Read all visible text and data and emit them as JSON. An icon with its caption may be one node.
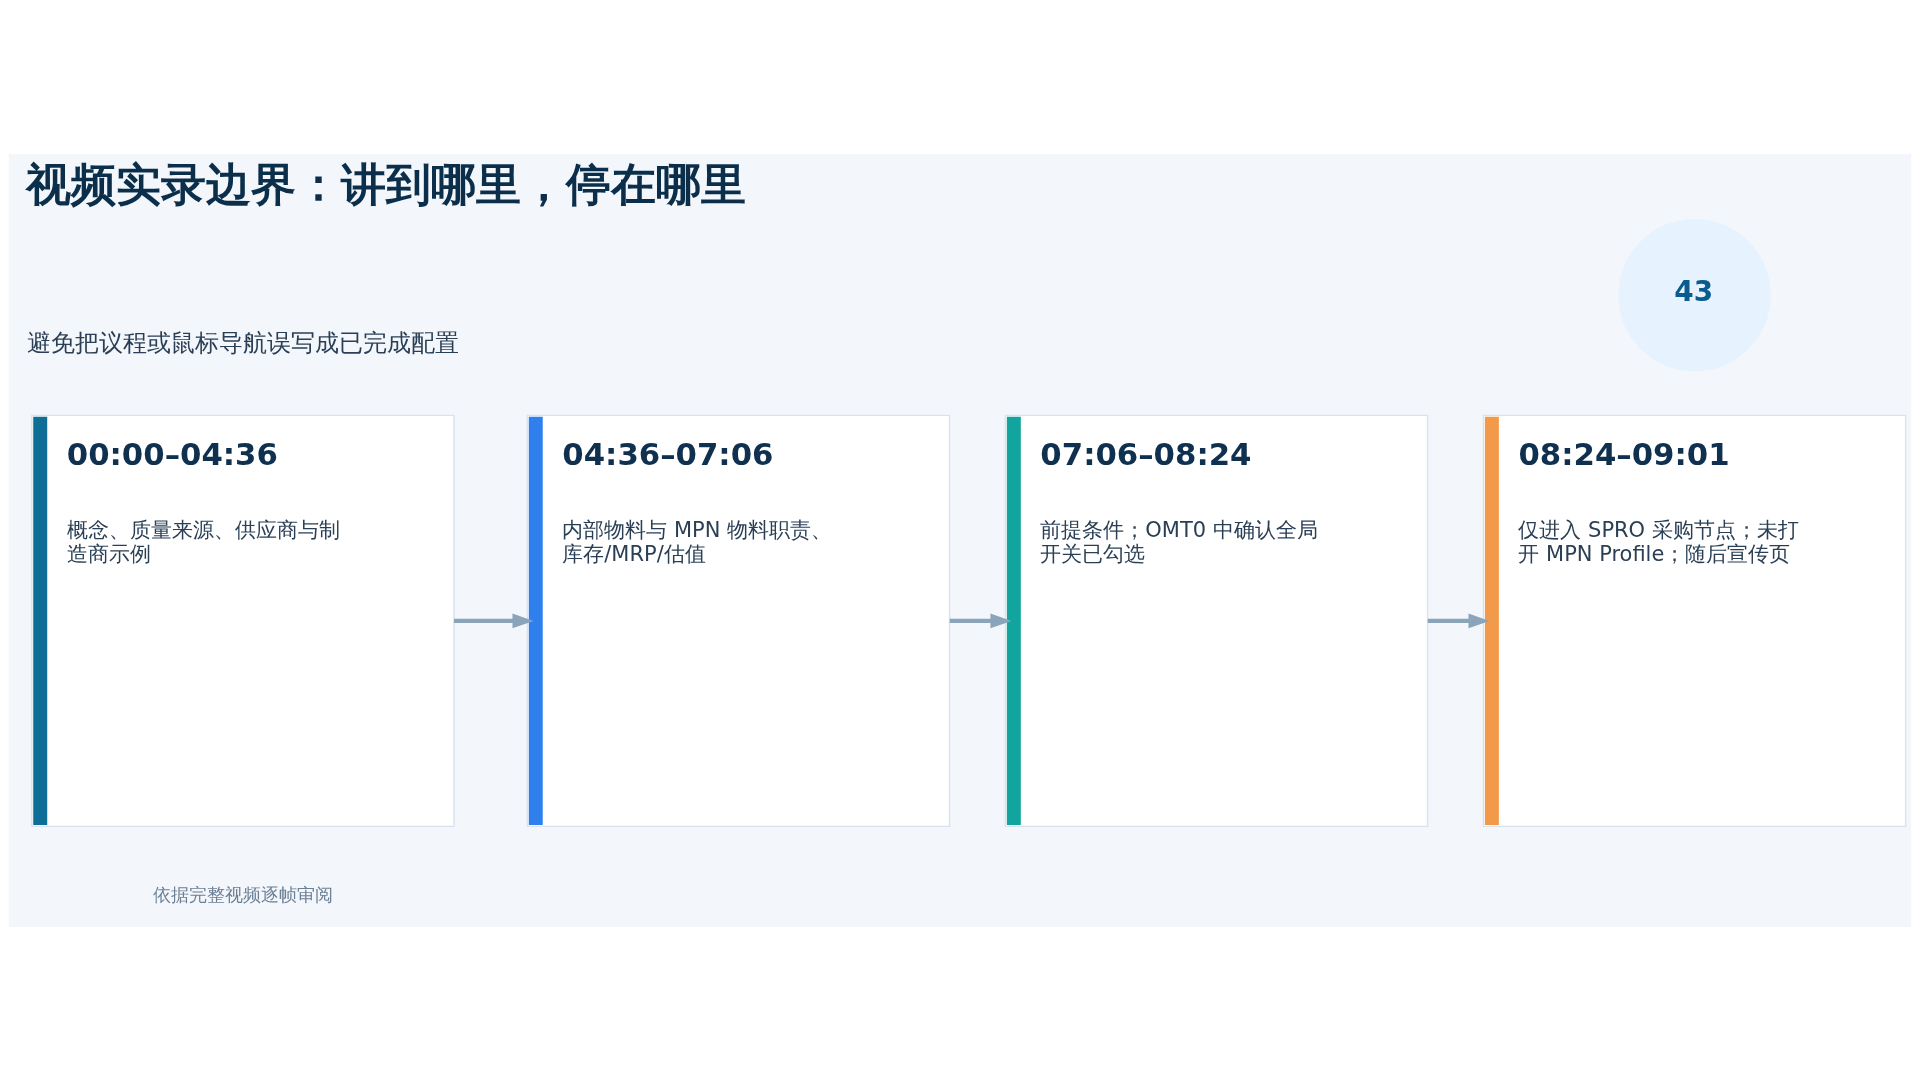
{
  "diagram": {
    "title": "视频实录边界：讲到哪里，停在哪里",
    "nodes": [
      {
        "text": [
          "43"
        ]
      },
      {
        "text": [
          "00:00–04:36",
          "概念、质量来源、供应商与制造商示例"
        ]
      },
      {
        "text": [
          "04:36–07:06",
          "内部物料与 MPN 物料职责、库存/MRP/估值"
        ]
      },
      {
        "text": [
          "07:06–08:24",
          "前提条件；OMT0 中确认全局开关已勾选"
        ]
      },
      {
        "text": [
          "08:24–09:01",
          "仅进入 SPRO 采购节点；未打开 MPN Profile；随后宣传页"
        ]
      }
    ],
    "edges": [
      {
        "from": 1,
        "to": 2,
        "arrow": "to"
      },
      {
        "from": 2,
        "to": 3,
        "arrow": "to"
      },
      {
        "from": 3,
        "to": 4,
        "arrow": "to"
      }
    ],
    "labels": [
      "避免把议程或鼠标导航误写成已完成配置",
      "依据完整视频逐帧审阅"
    ]
  }
}
